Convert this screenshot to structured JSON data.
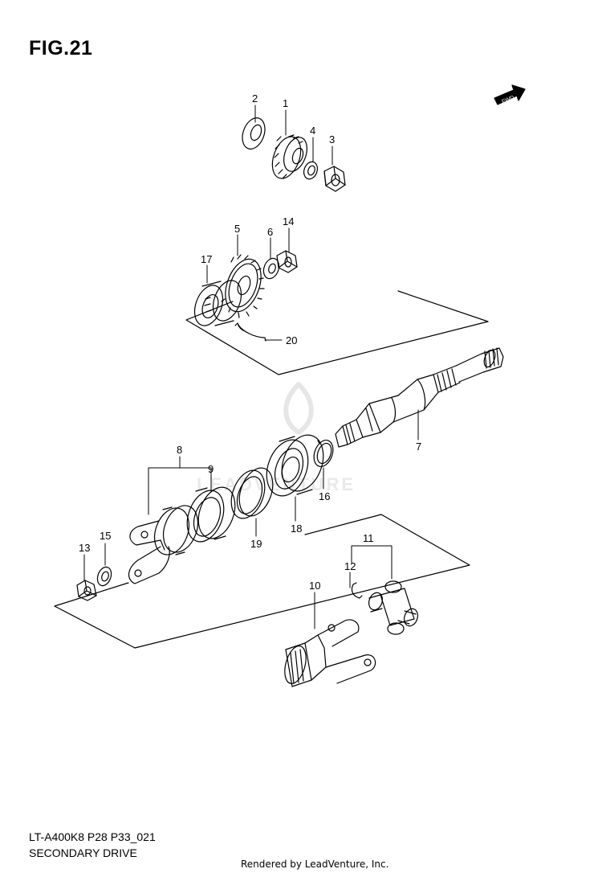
{
  "header": {
    "figure_label": "FIG.21",
    "fwd_label": "FWD"
  },
  "footer": {
    "model_code": "LT-A400K8 P28 P33_021",
    "section_name": "SECONDARY DRIVE",
    "credit": "Rendered by LeadVenture, Inc."
  },
  "watermark": {
    "text": "LEADVENTURE"
  },
  "callouts": [
    "1",
    "2",
    "3",
    "4",
    "5",
    "6",
    "7",
    "8",
    "9",
    "10",
    "11",
    "12",
    "13",
    "14",
    "15",
    "16",
    "17",
    "18",
    "19",
    "20"
  ],
  "colors": {
    "ink": "#000000",
    "watermark": "#e9e9e9",
    "background": "#ffffff"
  }
}
